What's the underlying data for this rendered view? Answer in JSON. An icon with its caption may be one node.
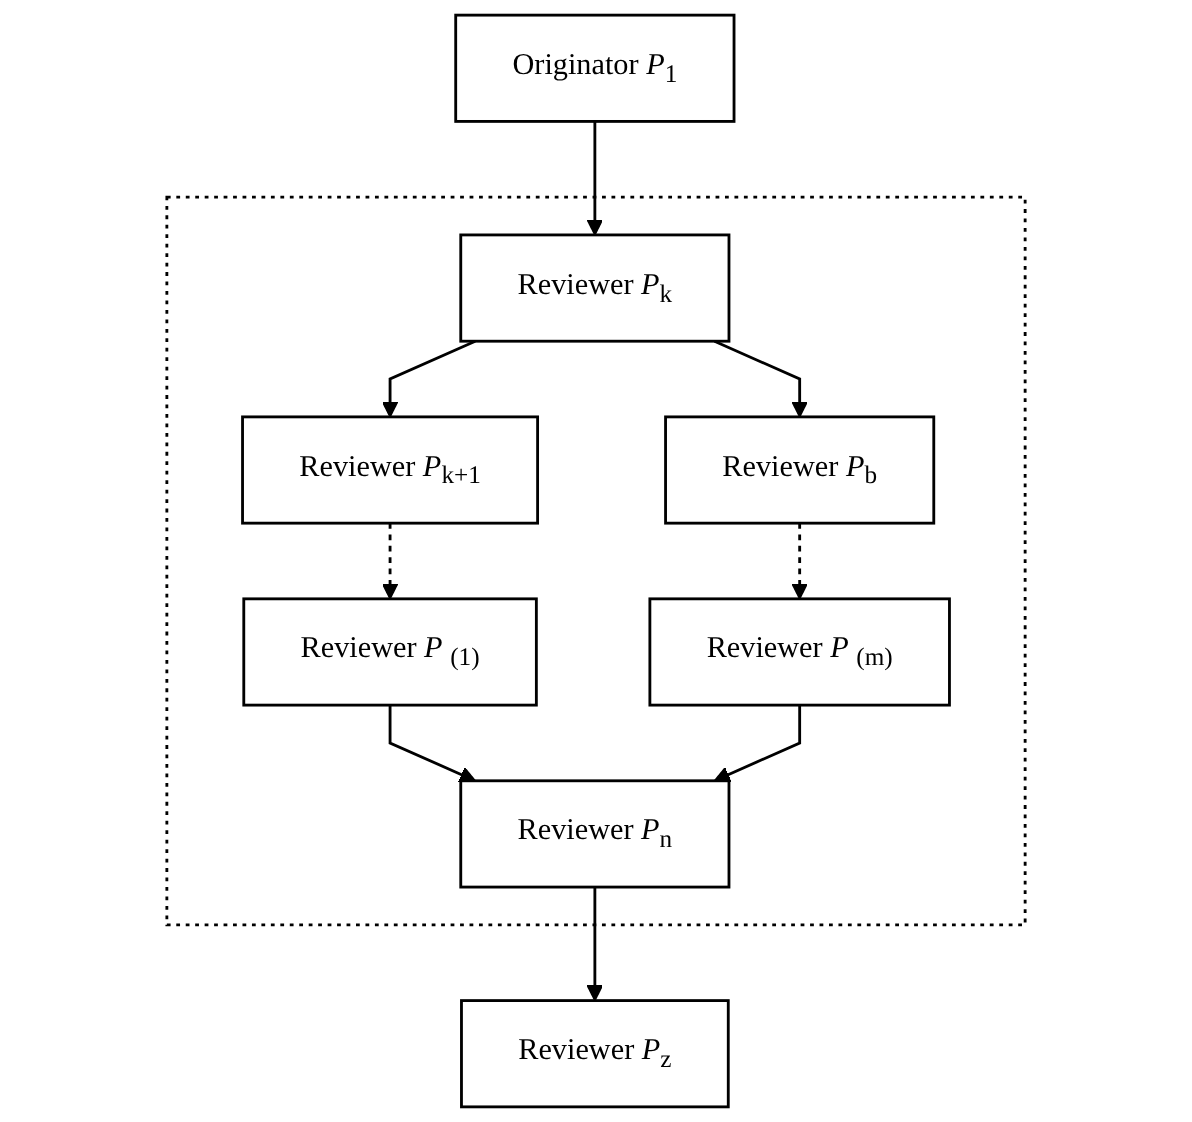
{
  "diagram": {
    "nodes": [
      {
        "text": [
          "Originator *P*$_{1}$"
        ]
      },
      {
        "text": [],
        "shape": "box"
      },
      {
        "text": [
          "Reviewer *P*$_{k}$"
        ],
        "in": 1
      },
      {
        "text": [
          "Reviewer *P*$_{k+1}$"
        ],
        "in": 1
      },
      {
        "text": [
          "Reviewer *P*$_{b}$"
        ],
        "in": 1
      },
      {
        "text": [
          "Reviewer *P* $_{(1)}$"
        ],
        "in": 1
      },
      {
        "text": [
          "Reviewer *P* $_{(m)}$"
        ],
        "in": 1
      },
      {
        "text": [
          "Reviewer *P*$_{n}$"
        ],
        "in": 1
      },
      {
        "text": [
          "Reviewer *P*$_{z}$"
        ]
      }
    ],
    "edges": [
      {
        "from": 0,
        "to": 2,
        "arrow": "to"
      },
      {
        "from": 2,
        "to": 3,
        "arrow": "to"
      },
      {
        "from": 2,
        "to": 4,
        "arrow": "to"
      },
      {
        "from": 3,
        "to": 5,
        "arrow": "to",
        "style": "dashed"
      },
      {
        "from": 4,
        "to": 6,
        "arrow": "to",
        "style": "dashed"
      },
      {
        "from": 5,
        "to": 7,
        "arrow": "to"
      },
      {
        "from": 6,
        "to": 7,
        "arrow": "to"
      },
      {
        "from": 7,
        "to": 8,
        "arrow": "to"
      }
    ]
  }
}
